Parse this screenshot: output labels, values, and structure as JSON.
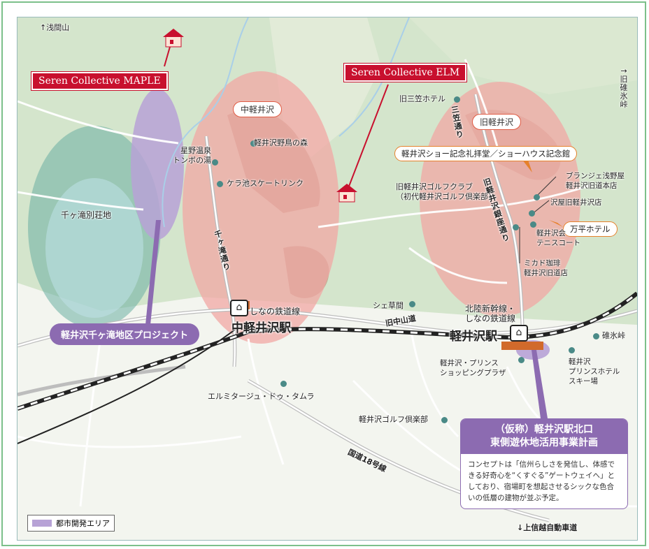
{
  "markers": {
    "asama": "↑浅間山",
    "usui_old": "↑旧碓氷峠",
    "expressway": "↓上信越自動車道"
  },
  "projects": {
    "maple": "Seren Collective MAPLE",
    "elm": "Seren Collective ELM",
    "chigataki": "軽井沢千ヶ滝地区プロジェクト"
  },
  "areas": {
    "naka": "中軽井沢",
    "kyu": "旧軽井沢",
    "chigataki_besso": "千ヶ滝別荘地"
  },
  "annotations": {
    "shaw": "軽井沢ショー記念礼拝堂／ショーハウス記念館",
    "mampei": "万平ホテル"
  },
  "places": {
    "hoshino": "星野温泉\nトンボの湯",
    "yacho": "軽井沢野鳥の森",
    "kera": "ケラ池スケートリンク",
    "mikasa": "旧三笠ホテル",
    "golf_club": "旧軽井沢ゴルフクラブ\n（初代軽井沢ゴルフ倶楽部）",
    "boulangerie": "ブランジェ浅野屋\n軽井沢旧道本店",
    "sawaya": "沢屋旧軽井沢店",
    "tennis": "軽井沢会\nテニスコート",
    "mikado": "ミカド珈琲\n軽井沢旧道店",
    "shekusama": "シェ草間",
    "shopping": "軽井沢・プリンス\nショッピングプラザ",
    "ski": "軽井沢\nプリンスホテル\nスキー場",
    "usui": "碓氷峠",
    "tamura": "エルミタージュ・ドゥ・タムラ",
    "golf": "軽井沢ゴルフ倶楽部"
  },
  "roads": {
    "chigataki_dori": "千ヶ滝通り",
    "mikasa_dori": "三笠通り",
    "ginza_dori": "旧軽井沢銀座通り",
    "nakasendo": "旧中山道",
    "route18": "国道18号線"
  },
  "stations": {
    "naka_line": "しなの鉄道線",
    "naka_name": "中軽井沢駅",
    "karu_line": "北陸新幹線・\nしなの鉄道線",
    "karu_name": "軽井沢駅"
  },
  "plan": {
    "title": "（仮称）軽井沢駅北口\n東側遊休地活用事業計画",
    "body": "コンセプトは「信州らしさを発信し、体感できる好奇心を“くすぐる”ゲートウェイへ」としており、宿場町を想起させるシックな色合いの低層の建物が並ぶ予定。"
  },
  "legend": {
    "label": "都市開発エリア",
    "color": "#b7a2d6"
  },
  "colors": {
    "project_red": "#c8102e",
    "purple": "#8c6bb1",
    "area_pink": "#f2a7a4",
    "annotation_orange": "#e6812b"
  }
}
